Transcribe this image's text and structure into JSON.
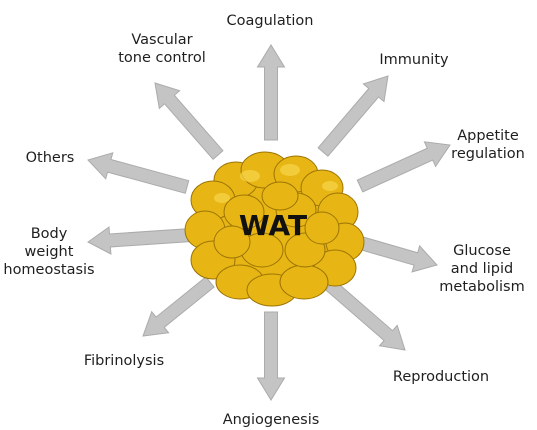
{
  "center": {
    "label": "WAT"
  },
  "functions": [
    {
      "id": "coagulation",
      "label": "Coagulation"
    },
    {
      "id": "immunity",
      "label": "Immunity"
    },
    {
      "id": "appetite",
      "label": "Appetite\nregulation"
    },
    {
      "id": "glucose",
      "label": "Glucose\nand lipid\nmetabolism"
    },
    {
      "id": "reproduction",
      "label": "Reproduction"
    },
    {
      "id": "angiogenesis",
      "label": "Angiogenesis"
    },
    {
      "id": "fibrinolysis",
      "label": "Fibrinolysis"
    },
    {
      "id": "body-weight",
      "label": "Body\nweight\nhomeostasis"
    },
    {
      "id": "others",
      "label": "Others"
    },
    {
      "id": "vascular",
      "label": "Vascular\ntone control"
    }
  ],
  "colors": {
    "arrow_fill": "#c4c4c4",
    "arrow_stroke": "#ababab",
    "blob_fill": "#e8b614",
    "blob_stroke": "#9c7404",
    "blob_highlight": "#f7d54a"
  }
}
